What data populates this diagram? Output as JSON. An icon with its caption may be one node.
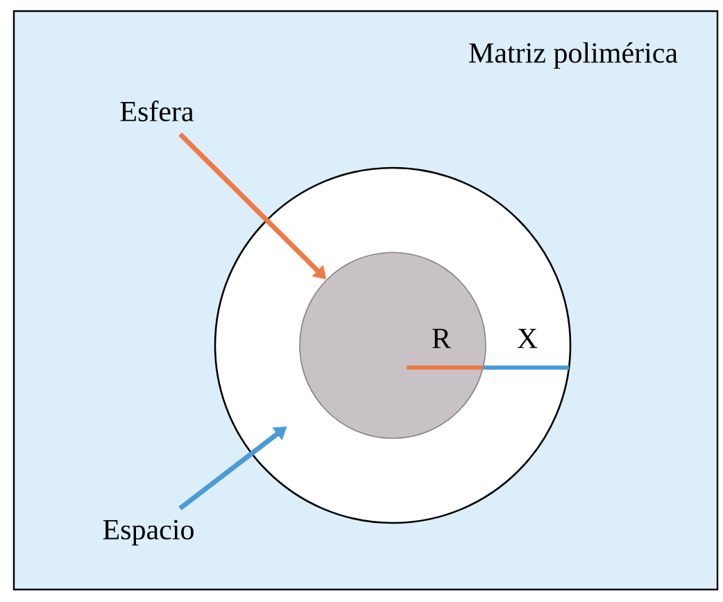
{
  "diagram": {
    "nodes": [
      {
        "text": [
          "Matriz polimérica"
        ]
      },
      {
        "text": [
          "Esfera"
        ],
        "in": 0
      },
      {
        "text": [],
        "shape": "circle",
        "in": 0
      },
      {
        "text": [],
        "shape": "circle",
        "in": 2
      },
      {
        "text": [
          "Espacio"
        ],
        "in": 0
      }
    ],
    "edges": [
      {
        "from": 1,
        "to": 3,
        "arrow": "to",
        "color": "#f07a45"
      },
      {
        "from": 4,
        "to": 2,
        "arrow": "to",
        "color": "#4b9ad9"
      }
    ],
    "labels": [
      "R",
      "X"
    ]
  }
}
